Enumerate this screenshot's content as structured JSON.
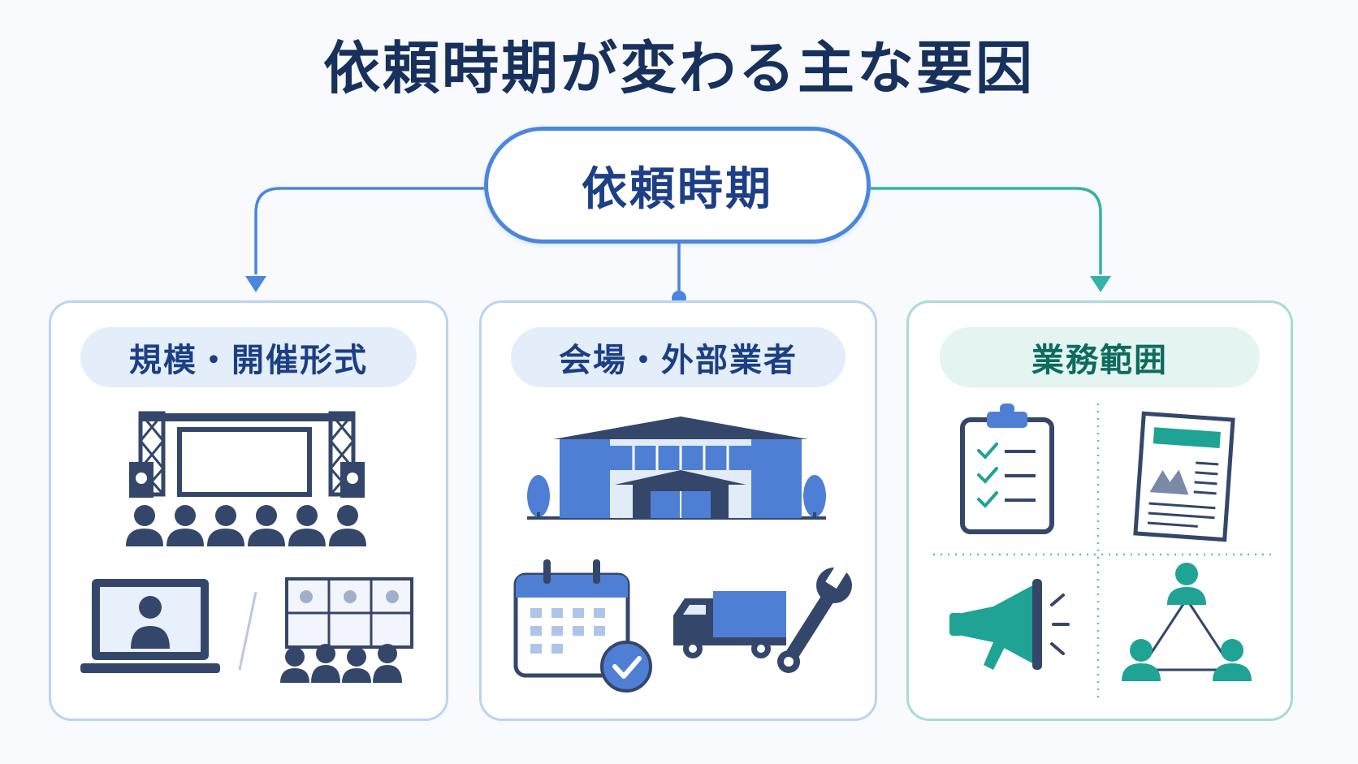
{
  "title": "依頼時期が変わる主な要因",
  "root": {
    "label": "依頼時期"
  },
  "factors": [
    {
      "label": "規模・開催形式",
      "icons": [
        "stage-screen-icon",
        "audience-icon",
        "laptop-user-icon",
        "hybrid-event-icon"
      ]
    },
    {
      "label": "会場・外部業者",
      "icons": [
        "venue-building-icon",
        "calendar-check-icon",
        "truck-icon",
        "wrench-icon"
      ]
    },
    {
      "label": "業務範囲",
      "icons": [
        "clipboard-checklist-icon",
        "document-icon",
        "megaphone-icon",
        "team-network-icon"
      ]
    }
  ],
  "colors": {
    "title": "#17315c",
    "root_border": "#4a86dd",
    "blue_accent": "#4a86dd",
    "navy_icon": "#34476b",
    "teal_accent": "#1fa394",
    "teal_label": "#0e6b5e"
  }
}
